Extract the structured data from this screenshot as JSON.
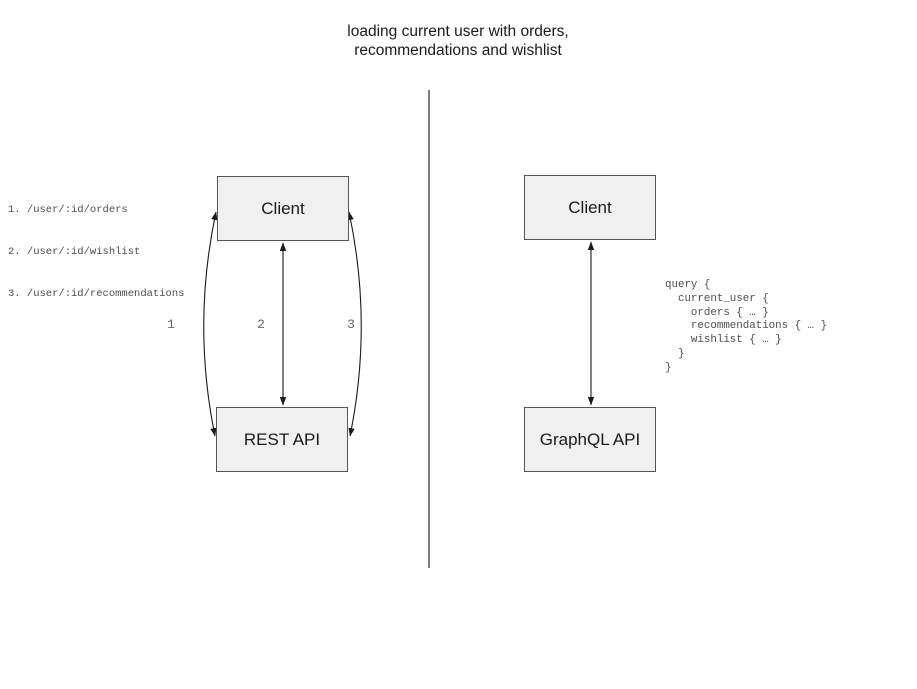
{
  "title": {
    "line1": "loading current user with orders,",
    "line2": "recommendations and wishlist"
  },
  "left_panel": {
    "endpoints": [
      "1. /user/:id/orders",
      "2. /user/:id/wishlist",
      "3. /user/:id/recommendations"
    ],
    "client_label": "Client",
    "api_label": "REST API",
    "arrow_labels": [
      "1",
      "2",
      "3"
    ]
  },
  "right_panel": {
    "client_label": "Client",
    "api_label": "GraphQL API",
    "query": "query {\n  current_user {\n    orders { … }\n    recommendations { … }\n    wishlist { … }\n  }\n}"
  },
  "colors": {
    "box_fill": "#f0f0f0",
    "box_border": "#555555",
    "arrow": "#1a1a1a",
    "divider": "#666666",
    "code_text": "#4d4d4d",
    "label_text": "#666666",
    "title_text": "#1a1a1a"
  }
}
